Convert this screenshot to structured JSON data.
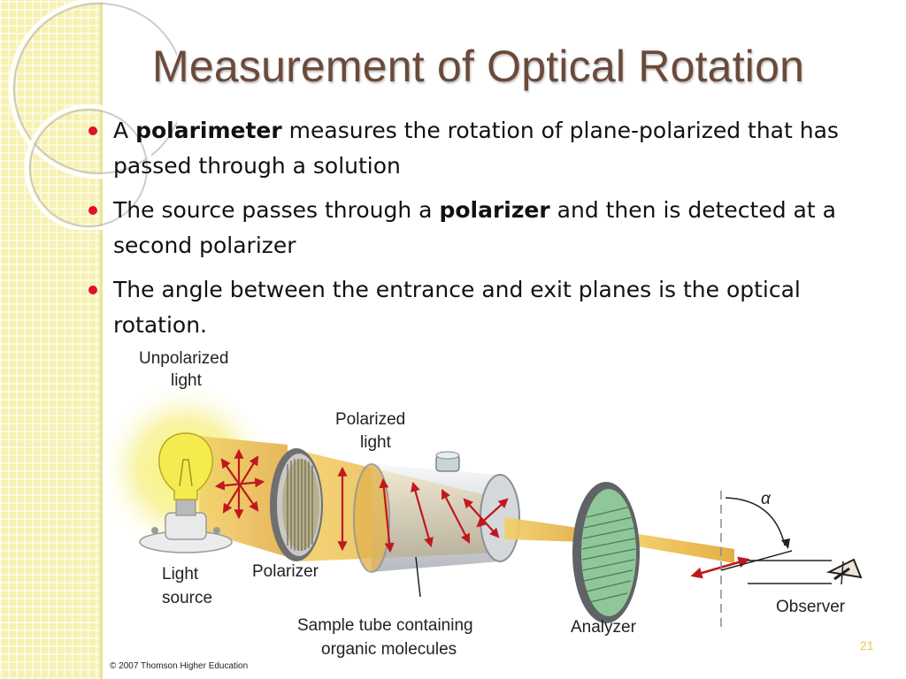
{
  "slide": {
    "title": "Measurement of Optical Rotation",
    "page_number": "21",
    "copyright": "© 2007 Thomson Higher Education"
  },
  "bullets": [
    {
      "before": "A ",
      "bold": "polarimeter",
      "after": " measures the rotation of plane-polarized that has passed through a solution"
    },
    {
      "before": "The source passes through a ",
      "bold": "polarizer",
      "after": " and then is detected at a second polarizer"
    },
    {
      "before": "The angle between the entrance and exit planes is the optical rotation.",
      "bold": "",
      "after": ""
    }
  ],
  "diagram": {
    "labels": {
      "unpolarized_1": "Unpolarized",
      "unpolarized_2": "light",
      "polarized_1": "Polarized",
      "polarized_2": "light",
      "light_source_1": "Light",
      "light_source_2": "source",
      "polarizer": "Polarizer",
      "sample_1": "Sample tube containing",
      "sample_2": "organic molecules",
      "analyzer": "Analyzer",
      "observer": "Observer",
      "angle": "α"
    },
    "colors": {
      "beam": "#e8b84a",
      "arrow": "#c0181f",
      "polarizer_ring": "#8a8a8a",
      "analyzer_fill": "#8fc79a",
      "bulb_glow": "#f4ef5a"
    }
  }
}
